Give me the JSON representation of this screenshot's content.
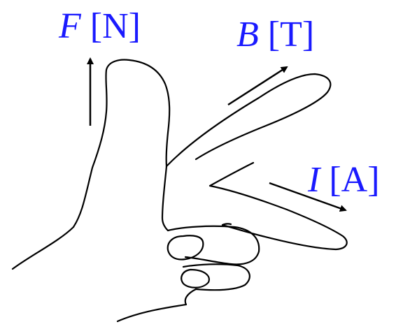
{
  "colors": {
    "label_text": "#1a1aff",
    "outline": "#000000",
    "background": "#ffffff"
  },
  "labels": {
    "force": {
      "symbol": "F",
      "unit": "[N]"
    },
    "field": {
      "symbol": "B",
      "unit": "[T]"
    },
    "current": {
      "symbol": "I",
      "unit": "[A]"
    }
  }
}
